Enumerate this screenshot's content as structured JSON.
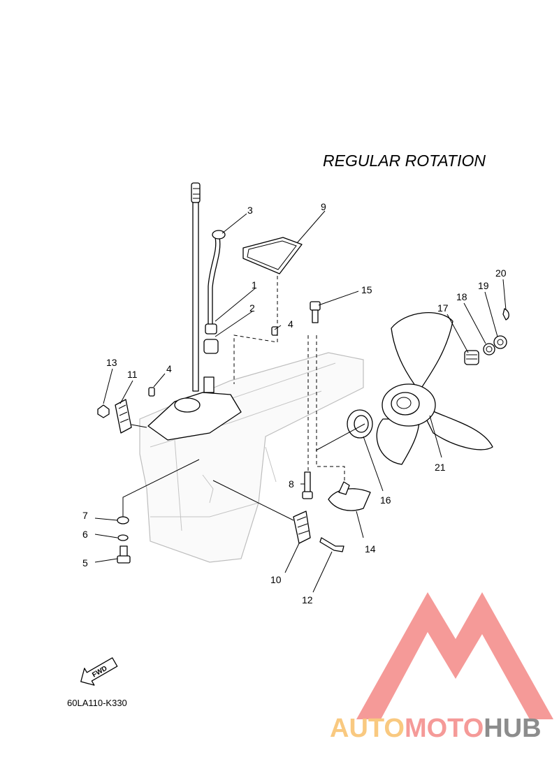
{
  "diagram": {
    "title": "REGULAR ROTATION",
    "code": "60LA110-K330",
    "fwd_label": "FWD",
    "callouts": [
      "1",
      "2",
      "3",
      "4",
      "4",
      "5",
      "6",
      "7",
      "8",
      "9",
      "10",
      "11",
      "12",
      "13",
      "14",
      "15",
      "16",
      "17",
      "18",
      "19",
      "20",
      "21"
    ]
  },
  "watermark": {
    "word_a": "AUTO",
    "word_b": "MOTO",
    "word_c": "HUB",
    "colors": {
      "a": "#f9c980",
      "b": "#f59a98",
      "c": "#8c8c8c"
    }
  }
}
